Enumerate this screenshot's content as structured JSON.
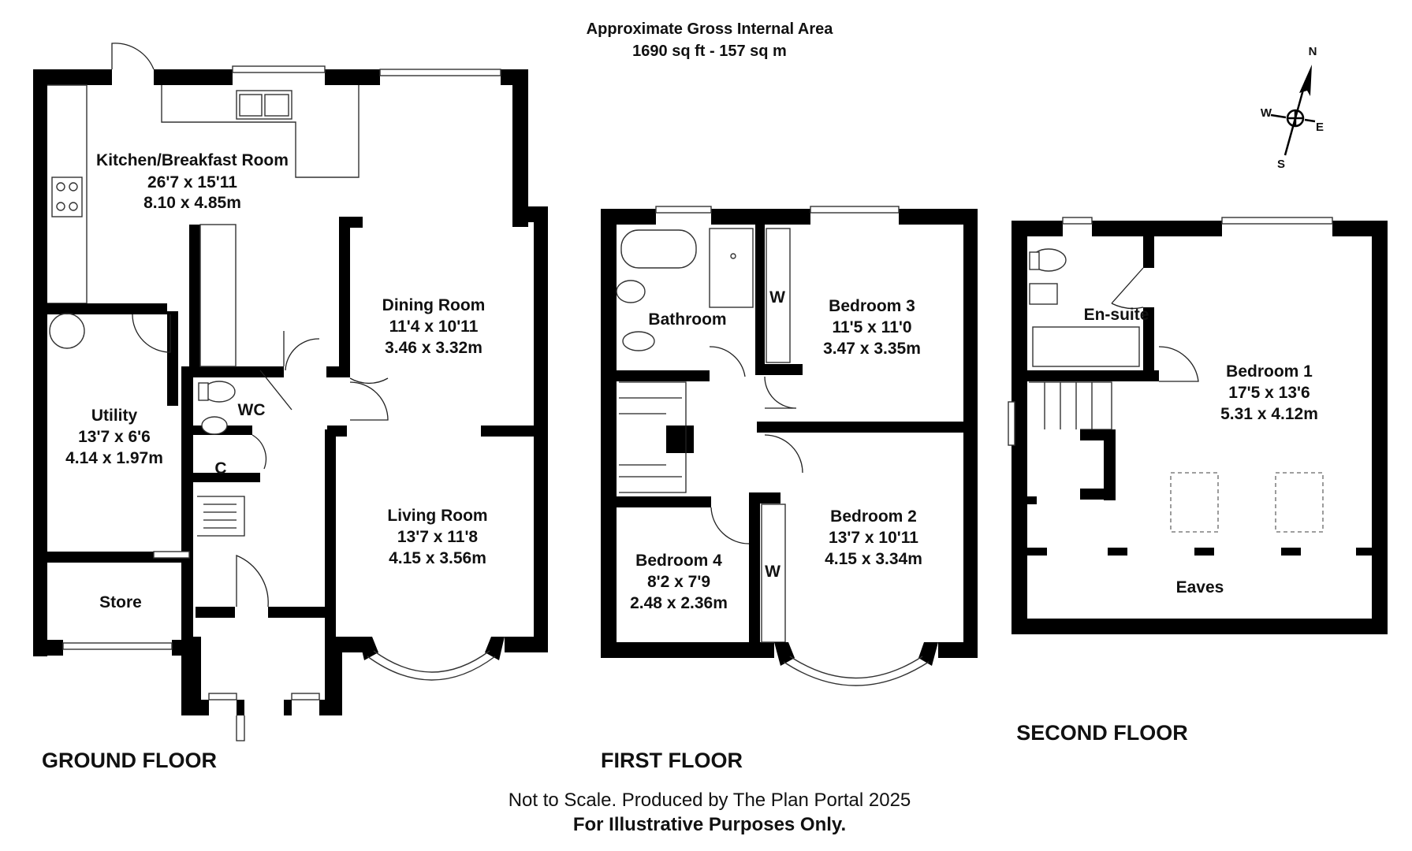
{
  "header": {
    "area_title": "Approximate Gross Internal Area",
    "area_value": "1690 sq ft - 157 sq m"
  },
  "compass": {
    "n": "N",
    "s": "S",
    "e": "E",
    "w": "W"
  },
  "floors": {
    "ground": {
      "label": "GROUND FLOOR",
      "rooms": {
        "kitchen": {
          "name": "Kitchen/Breakfast Room",
          "imperial": "26'7 x 15'11",
          "metric": "8.10 x 4.85m"
        },
        "dining": {
          "name": "Dining Room",
          "imperial": "11'4 x 10'11",
          "metric": "3.46 x 3.32m"
        },
        "utility": {
          "name": "Utility",
          "imperial": "13'7 x 6'6",
          "metric": "4.14 x 1.97m"
        },
        "living": {
          "name": "Living Room",
          "imperial": "13'7 x 11'8",
          "metric": "4.15 x 3.56m"
        },
        "store": {
          "name": "Store"
        },
        "wc": {
          "name": "WC"
        },
        "cupboard": {
          "name": "C"
        }
      }
    },
    "first": {
      "label": "FIRST FLOOR",
      "rooms": {
        "bathroom": {
          "name": "Bathroom"
        },
        "bedroom3": {
          "name": "Bedroom 3",
          "imperial": "11'5 x 11'0",
          "metric": "3.47 x 3.35m"
        },
        "bedroom2": {
          "name": "Bedroom 2",
          "imperial": "13'7 x 10'11",
          "metric": "4.15 x 3.34m"
        },
        "bedroom4": {
          "name": "Bedroom 4",
          "imperial": "8'2 x 7'9",
          "metric": "2.48 x 2.36m"
        },
        "wardrobe1": {
          "name": "W"
        },
        "wardrobe2": {
          "name": "W"
        }
      }
    },
    "second": {
      "label": "SECOND FLOOR",
      "rooms": {
        "ensuite": {
          "name": "En-suite"
        },
        "bedroom1": {
          "name": "Bedroom 1",
          "imperial": "17'5 x 13'6",
          "metric": "5.31 x 4.12m"
        },
        "eaves": {
          "name": "Eaves"
        }
      }
    }
  },
  "footer": {
    "line1": "Not to Scale. Produced by The Plan Portal 2025",
    "line2": "For Illustrative Purposes Only."
  }
}
